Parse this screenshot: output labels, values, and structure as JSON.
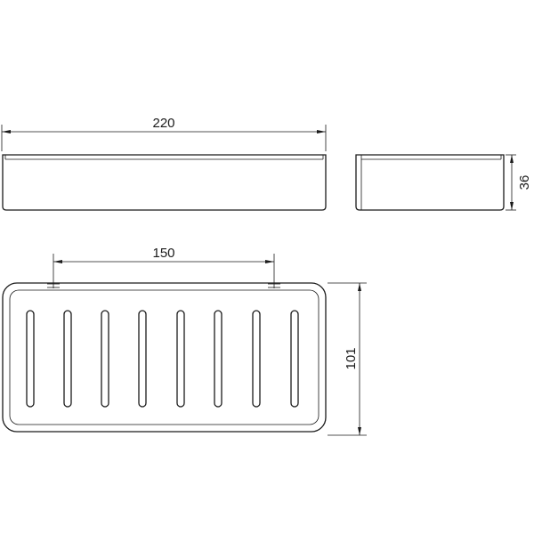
{
  "dimensions": {
    "front_width": "220",
    "side_height": "36",
    "top_hole_spacing": "150",
    "top_depth": "101"
  }
}
